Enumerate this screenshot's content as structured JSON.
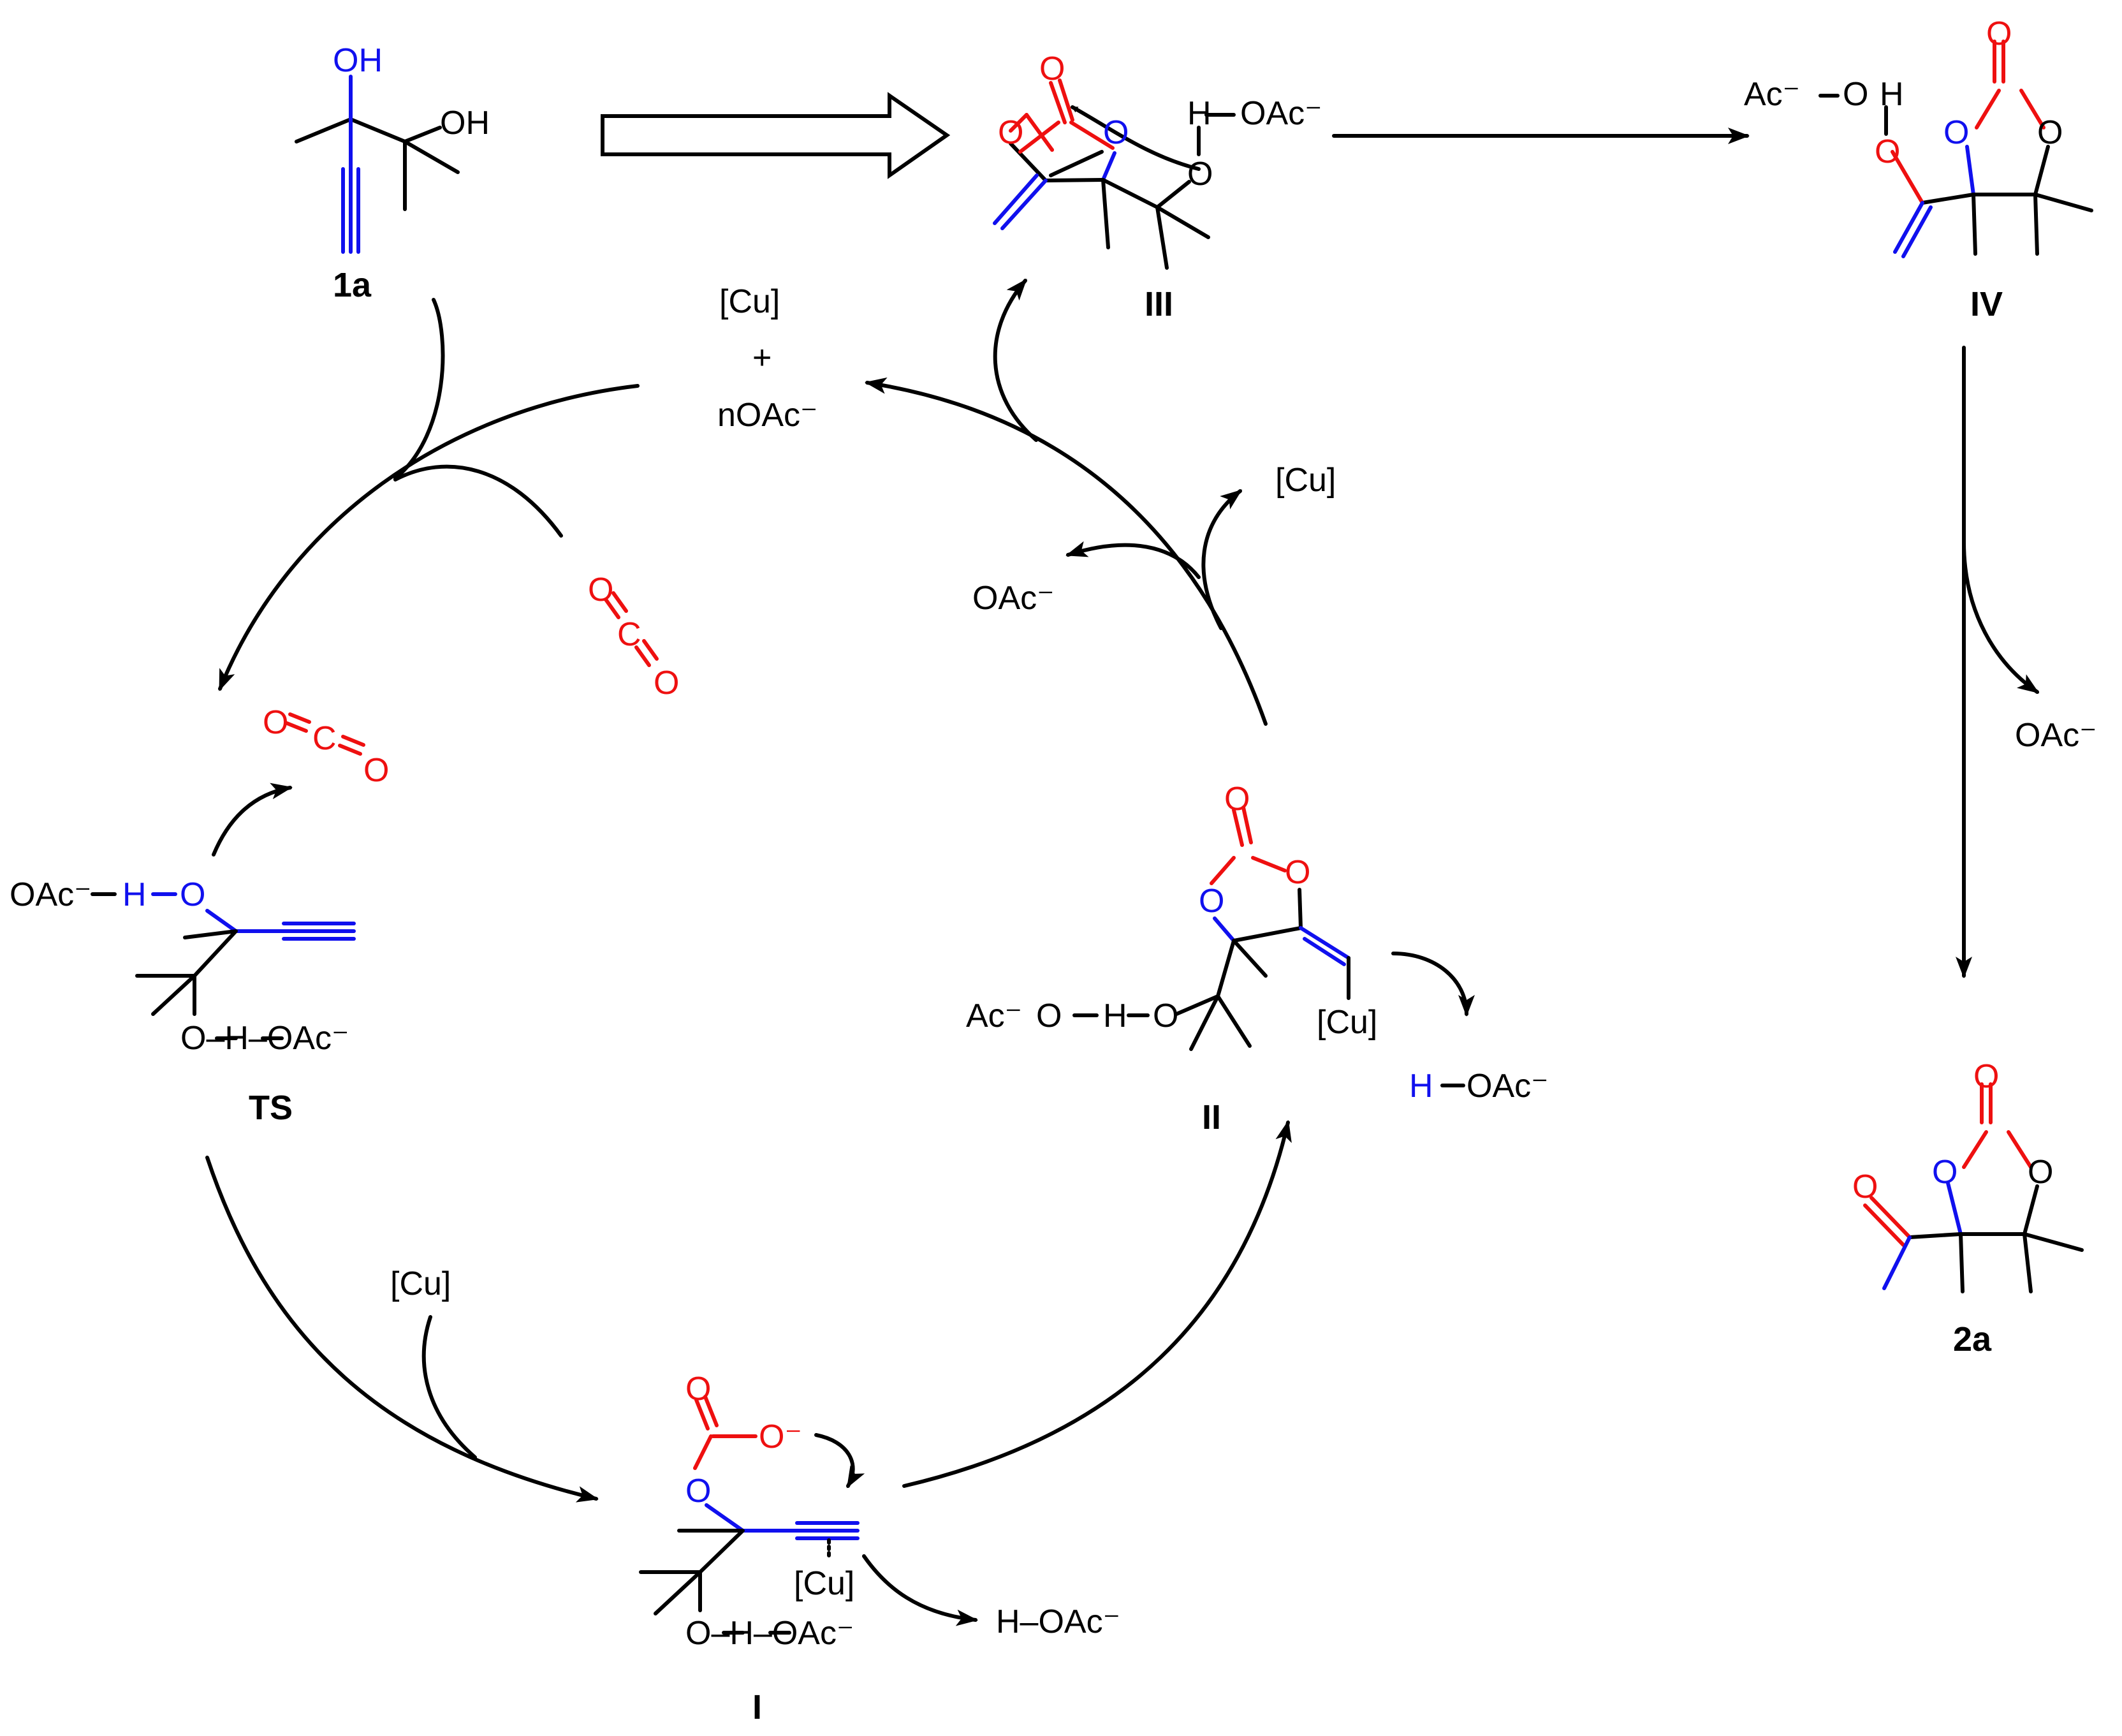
{
  "compounds": {
    "c1a": "1a",
    "c2a": "2a",
    "cTS": "TS",
    "cI": "I",
    "cII": "II",
    "cIII": "III",
    "cIV": "IV"
  },
  "labels": {
    "oh": "OH",
    "o": "O",
    "c": "C",
    "h": "H",
    "cu": "[Cu]",
    "plus": "+",
    "noac": "nOAc⁻",
    "oac": "OAc⁻",
    "oac_dash": "OAc⁻–",
    "ac": "Ac⁻",
    "ho_ac": "H–OAc⁻",
    "o_h_oac": "O–H–OAc⁻",
    "ominus": "O⁻",
    "dash": "–"
  },
  "colors": {
    "black": "#000000",
    "blue": "#1010ee",
    "red": "#ee1010"
  }
}
